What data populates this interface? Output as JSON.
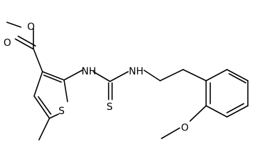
{
  "atoms": {
    "ester_carbonyl_o": "O",
    "ester_ether_o": "O",
    "thiophene_s": "S",
    "thiourea_s": "S",
    "nh_1": "NH",
    "nh_2": "NH",
    "methoxy_o": "O"
  }
}
